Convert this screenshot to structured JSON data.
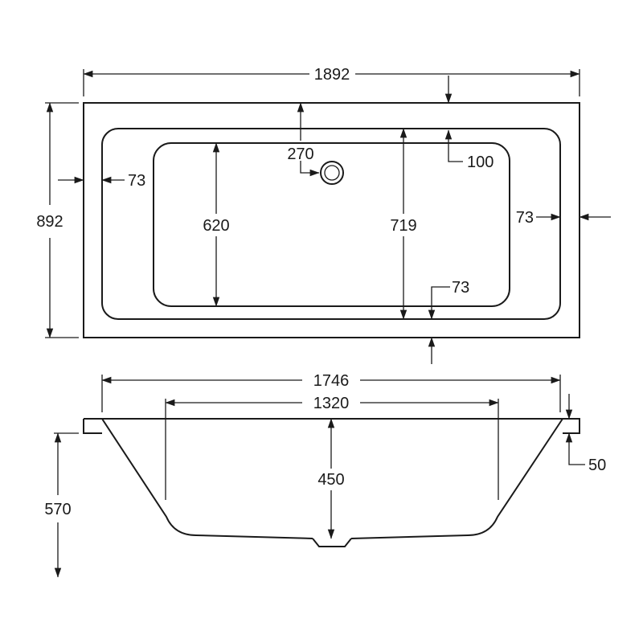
{
  "plan_view": {
    "overall_length": "1892",
    "overall_width": "892",
    "rim_left": "73",
    "rim_right": "73",
    "rim_bottom": "73",
    "rim_top": "100",
    "waste_offset": "270",
    "floor_width": "620",
    "inner_width": "719"
  },
  "side_view": {
    "top_length": "1746",
    "floor_length": "1320",
    "depth": "450",
    "height": "570",
    "rim_thickness": "50"
  },
  "colors": {
    "line": "#1a1a1a",
    "background": "#ffffff"
  }
}
